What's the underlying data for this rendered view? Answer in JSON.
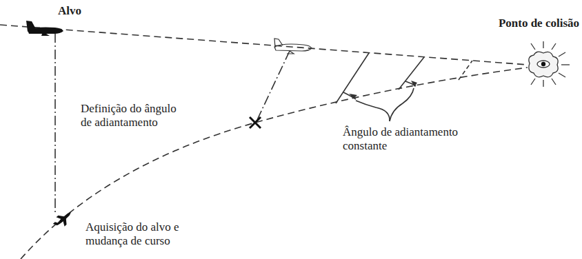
{
  "diagram": {
    "labels": [
      "Alvo",
      "Ponto de colisão",
      "Definição do ângulo de adiantamento",
      "Ângulo de adiantamento constante",
      "Aquisição do alvo e mudança de curso"
    ]
  }
}
